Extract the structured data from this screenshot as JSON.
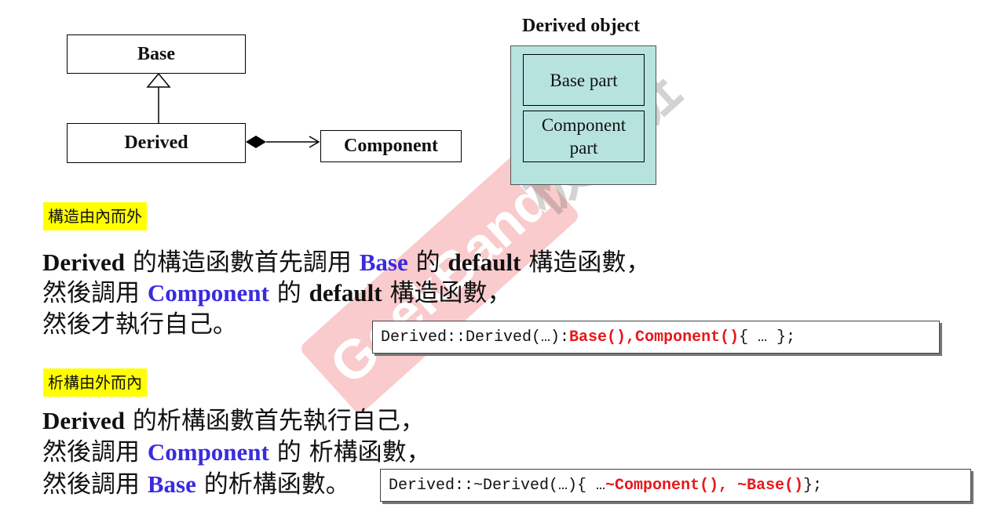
{
  "uml": {
    "base_label": "Base",
    "derived_label": "Derived",
    "component_label": "Component"
  },
  "object": {
    "title": "Derived object",
    "base_part": "Base part",
    "component_part_line1": "Component",
    "component_part_line2": "part"
  },
  "construct": {
    "tag": "構造由內而外",
    "l1_a": "Derived",
    "l1_b": " 的構造函數首先調用 ",
    "l1_c": "Base",
    "l1_d": " 的 ",
    "l1_e": "default",
    "l1_f": " 構造函數，",
    "l2_a": "然後調用 ",
    "l2_b": "Component",
    "l2_c": " 的 ",
    "l2_d": "default",
    "l2_e": " 構造函數，",
    "l3": "然後才執行自己。",
    "code_plain": "Derived::Derived(…): ",
    "code_red": "Base(),Component()",
    "code_tail": " { … };"
  },
  "destruct": {
    "tag": "析構由外而內",
    "l1_a": "Derived",
    "l1_b": " 的析構函數首先執行自己，",
    "l2_a": "然後調用 ",
    "l2_b": "Component",
    "l2_c": " 的 析構函數，",
    "l3_a": "然後調用 ",
    "l3_b": "Base",
    "l3_c": " 的析構函數。",
    "code_plain": "Derived::~Derived(…){ … ",
    "code_red": "~Component(), ~Base()",
    "code_tail": " };"
  },
  "watermark": {
    "text_en": "GeekBand",
    "text_cn": "极客班"
  },
  "colors": {
    "blue_keyword": "#3a2be0",
    "red_code": "#e8171b",
    "highlight": "#ffff00",
    "object_fill": "#b7e3df"
  }
}
